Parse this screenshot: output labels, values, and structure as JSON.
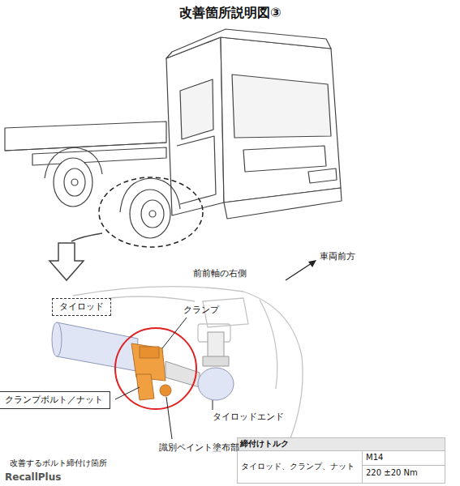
{
  "diagram": {
    "title": "改善箇所説明図③",
    "nodes": [
      {
        "text": [
          "タイロッド"
        ]
      },
      {
        "text": [
          "クランプボルト／ナット"
        ]
      }
    ],
    "labels": [
      "前前軸の右側",
      "車両前方",
      "クランプ",
      "タイロッドエンド",
      "識別ペイント塗布部",
      "改善するボルト締付け箇所",
      "締付けトルク",
      "タイロッド、クランプ、ナット",
      "M14",
      "220 ±20 Nm",
      "RecallPlus"
    ]
  }
}
